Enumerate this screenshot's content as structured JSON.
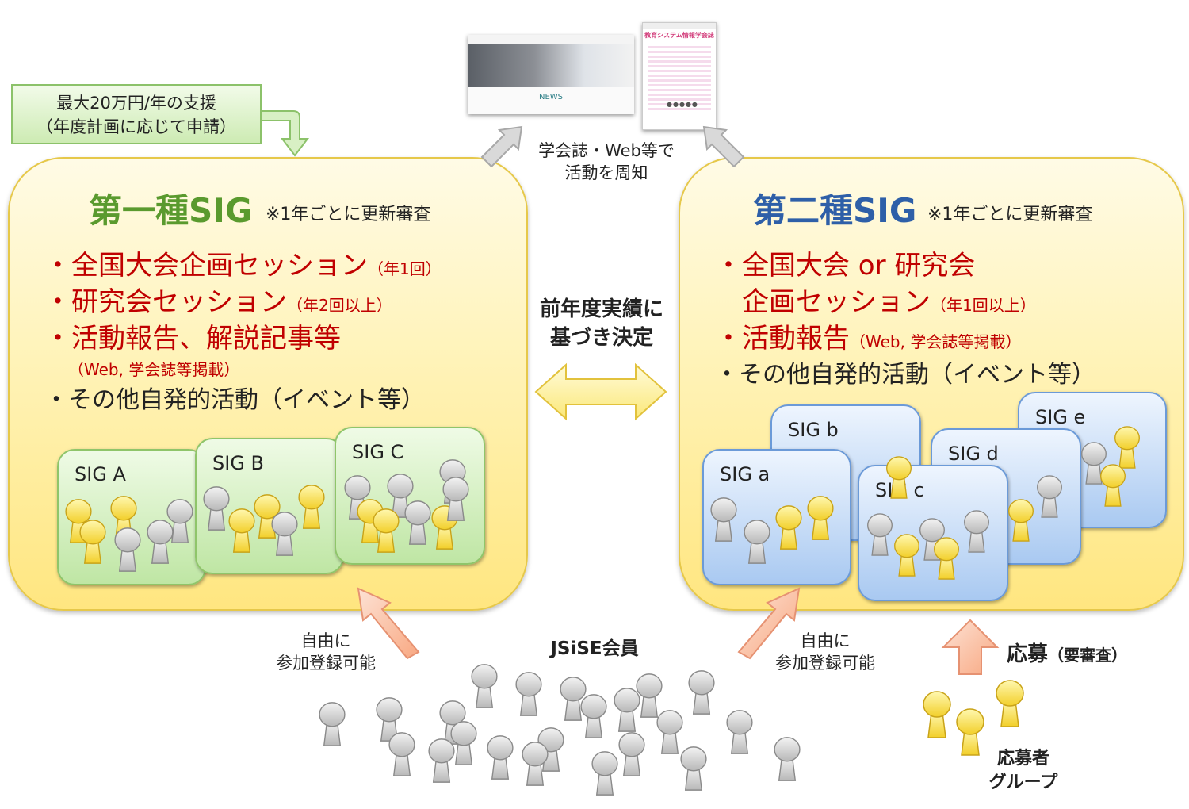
{
  "support_box": {
    "line1": "最大20万円/年の支援",
    "line2": "（年度計画に応じて申請）"
  },
  "publicity": {
    "line1": "学会誌・Web等で",
    "line2": "活動を周知",
    "news_label": "NEWS"
  },
  "journal": {
    "title": "教育システム情報学会誌"
  },
  "decision": {
    "line1": "前年度実績に",
    "line2": "基づき決定"
  },
  "type1": {
    "title": "第一種SIG",
    "note": "※1年ごとに更新審査",
    "bullets": [
      {
        "text": "・全国大会企画セッション",
        "paren": "（年1回）"
      },
      {
        "text": "・研究会セッション",
        "paren": "（年2回以上）"
      },
      {
        "text": "・活動報告、解説記事等",
        "paren": ""
      }
    ],
    "sub": "（Web, 学会誌等掲載）",
    "other": "・その他自発的活動（イベント等）",
    "sigs": [
      "SIG A",
      "SIG B",
      "SIG C"
    ],
    "color": "#5a9a2e"
  },
  "type2": {
    "title": "第二種SIG",
    "note": "※1年ごとに更新審査",
    "bullet1": "・全国大会 or 研究会",
    "bullet1b": "　企画セッション",
    "bullet1b_paren": "（年1回以上）",
    "bullet2": "・活動報告",
    "bullet2_paren": "（Web, 学会誌等掲載）",
    "other": "・その他自発的活動（イベント等）",
    "sigs": [
      "SIG a",
      "SIG b",
      "SIG c",
      "SIG d",
      "SIG e"
    ],
    "color": "#2e5fa8"
  },
  "free_join_1": {
    "line1": "自由に",
    "line2": "参加登録可能"
  },
  "free_join_2": {
    "line1": "自由に",
    "line2": "参加登録可能"
  },
  "members": "JSiSE会員",
  "apply": {
    "label": "応募",
    "paren": "（要審査）"
  },
  "applicants": {
    "line1": "応募者",
    "line2": "グループ"
  }
}
